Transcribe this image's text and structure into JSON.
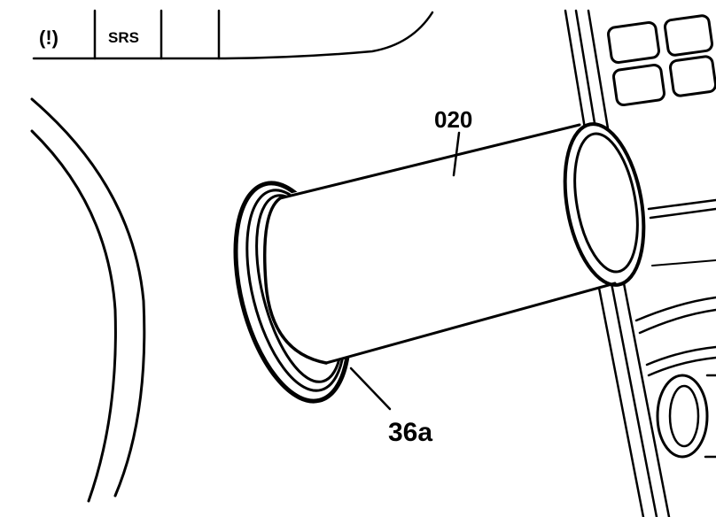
{
  "panel": {
    "indicator_label": "(!)",
    "srs_label": "SRS"
  },
  "callouts": {
    "tool_label": "020",
    "seal_label": "36a"
  },
  "colors": {
    "line": "#000000",
    "background": "#ffffff"
  }
}
